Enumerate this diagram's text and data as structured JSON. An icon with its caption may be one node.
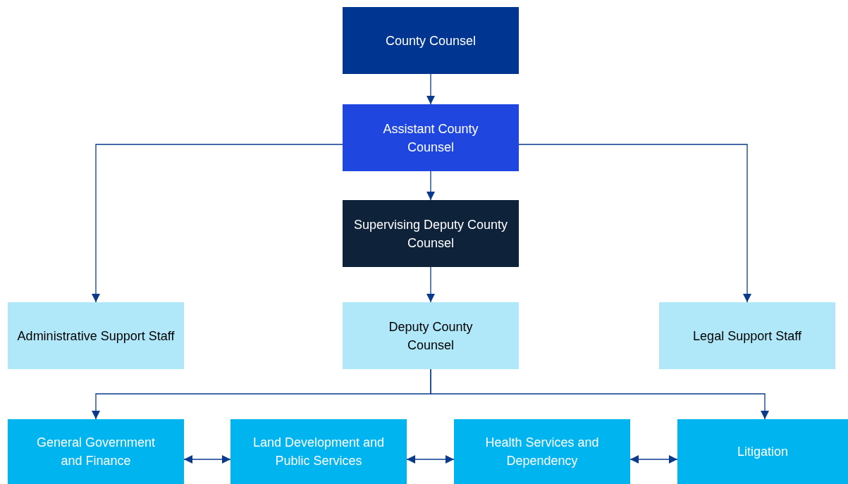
{
  "diagram": {
    "nodes": [
      {
        "text": [
          "County Counsel"
        ]
      },
      {
        "text": [
          "Assistant County Counsel"
        ]
      },
      {
        "text": [
          "Supervising Deputy County Counsel"
        ]
      },
      {
        "text": [
          "Administrative Support Staff"
        ]
      },
      {
        "text": [
          "Deputy County Counsel"
        ]
      },
      {
        "text": [
          "Legal Support Staff"
        ]
      },
      {
        "text": [
          "General Government and Finance"
        ]
      },
      {
        "text": [
          "Land Development and Public Services"
        ]
      },
      {
        "text": [
          "Health Services and Dependency"
        ]
      },
      {
        "text": [
          "Litigation"
        ]
      }
    ],
    "edges": [
      {
        "from": 0,
        "to": 1,
        "arrow": "to"
      },
      {
        "from": 1,
        "to": 2,
        "arrow": "to"
      },
      {
        "from": 1,
        "to": 3,
        "arrow": "to"
      },
      {
        "from": 1,
        "to": 5,
        "arrow": "to"
      },
      {
        "from": 2,
        "to": 4,
        "arrow": "to"
      },
      {
        "from": 4,
        "to": 6,
        "arrow": "to"
      },
      {
        "from": 4,
        "to": 9,
        "arrow": "to"
      },
      {
        "from": 6,
        "to": 7,
        "arrow": "both"
      },
      {
        "from": 7,
        "to": 8,
        "arrow": "both"
      },
      {
        "from": 8,
        "to": 9,
        "arrow": "both"
      }
    ]
  }
}
